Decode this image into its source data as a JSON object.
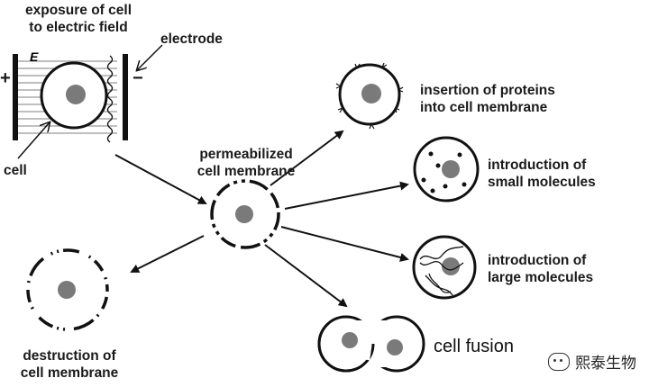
{
  "labels": {
    "exposure_line1": "exposure of cell",
    "exposure_line2": "to electric field",
    "field_symbol": "E",
    "electrode": "electrode",
    "cell": "cell",
    "permeabilized_line1": "permeabilized",
    "permeabilized_line2": "cell membrane",
    "insertion_line1": "insertion of proteins",
    "insertion_line2": "into cell membrane",
    "small_line1": "introduction of",
    "small_line2": "small molecules",
    "large_line1": "introduction of",
    "large_line2": "large molecules",
    "destruction_line1": "destruction of",
    "destruction_line2": "cell membrane",
    "fusion": "cell fusion"
  },
  "watermark": {
    "text": "熙泰生物",
    "icon": "wechat-icon"
  },
  "electrode_signs": {
    "left": "+",
    "right": "−"
  },
  "colors": {
    "line": "#111111",
    "nucleus": "#7a7a7a",
    "background": "#ffffff"
  }
}
